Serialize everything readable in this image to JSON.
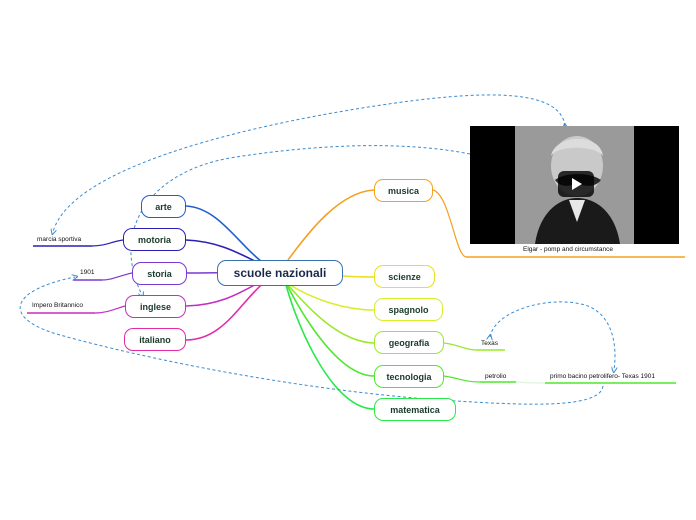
{
  "center": {
    "label": "scuole nazionali"
  },
  "branches": {
    "arte": "arte",
    "motoria": "motoria",
    "storia": "storia",
    "inglese": "inglese",
    "italiano": "italiano",
    "musica": "musica",
    "scienze": "scienze",
    "spagnolo": "spagnolo",
    "geografia": "geografia",
    "tecnologia": "tecnologia",
    "matematica": "matematica"
  },
  "leaves": {
    "marcia_sportiva": "marcia sportiva",
    "year_1901": "1901",
    "impero_britannico": "Impero Britannico",
    "texas": "Texas",
    "petrolio": "petrolio",
    "primo_bacino": "primo bacino petrolifero- Texas 1901",
    "video_caption": "Elgar - pomp and circumstance"
  },
  "colors": {
    "arte": "#1f5fd0",
    "motoria": "#2a1fb5",
    "storia": "#7a3ad0",
    "inglese": "#c32fc3",
    "italiano": "#e32aa8",
    "musica": "#f5a020",
    "scienze": "#e8e020",
    "spagnolo": "#d8ee2a",
    "geografia": "#9ae82a",
    "tecnologia": "#4ee82a",
    "matematica": "#2ae84a",
    "center": "#3a6fb0",
    "dashed": "#3a8ad0"
  },
  "icons": {
    "play": "play-icon"
  }
}
